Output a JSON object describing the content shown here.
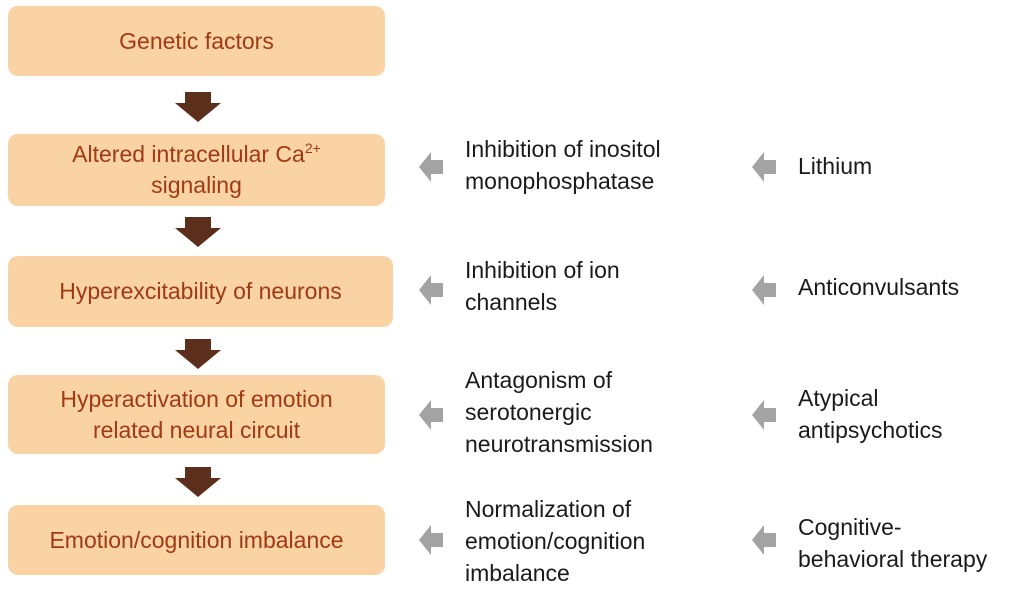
{
  "chain": [
    {
      "lines": [
        "Genetic factors"
      ]
    },
    {
      "lines": [
        "Altered intracellular Ca",
        "signaling"
      ],
      "superscript": "2+"
    },
    {
      "lines": [
        "Hyperexcitability of neurons"
      ]
    },
    {
      "lines": [
        "Hyperactivation of emotion",
        "related neural circuit"
      ]
    },
    {
      "lines": [
        "Emotion/cognition imbalance"
      ]
    }
  ],
  "mechanisms": [
    {
      "lines": [
        "Inhibition of inositol",
        "monophosphatase"
      ]
    },
    {
      "lines": [
        "Inhibition of ion",
        "channels"
      ]
    },
    {
      "lines": [
        "Antagonism of",
        "serotonergic",
        "neurotransmission"
      ]
    },
    {
      "lines": [
        "Normalization of",
        "emotion/cognition",
        "imbalance"
      ]
    }
  ],
  "treatments": [
    {
      "lines": [
        "Lithium"
      ]
    },
    {
      "lines": [
        "Anticonvulsants"
      ]
    },
    {
      "lines": [
        "Atypical",
        "antipsychotics"
      ]
    },
    {
      "lines": [
        "Cognitive-",
        "behavioral therapy"
      ]
    }
  ],
  "colors": {
    "box_fill": "#f9d3a4",
    "box_text": "#a03a16",
    "down_arrow": "#5c2e1c",
    "side_arrow": "#a3a3a3",
    "text": "#1a1a1a"
  }
}
